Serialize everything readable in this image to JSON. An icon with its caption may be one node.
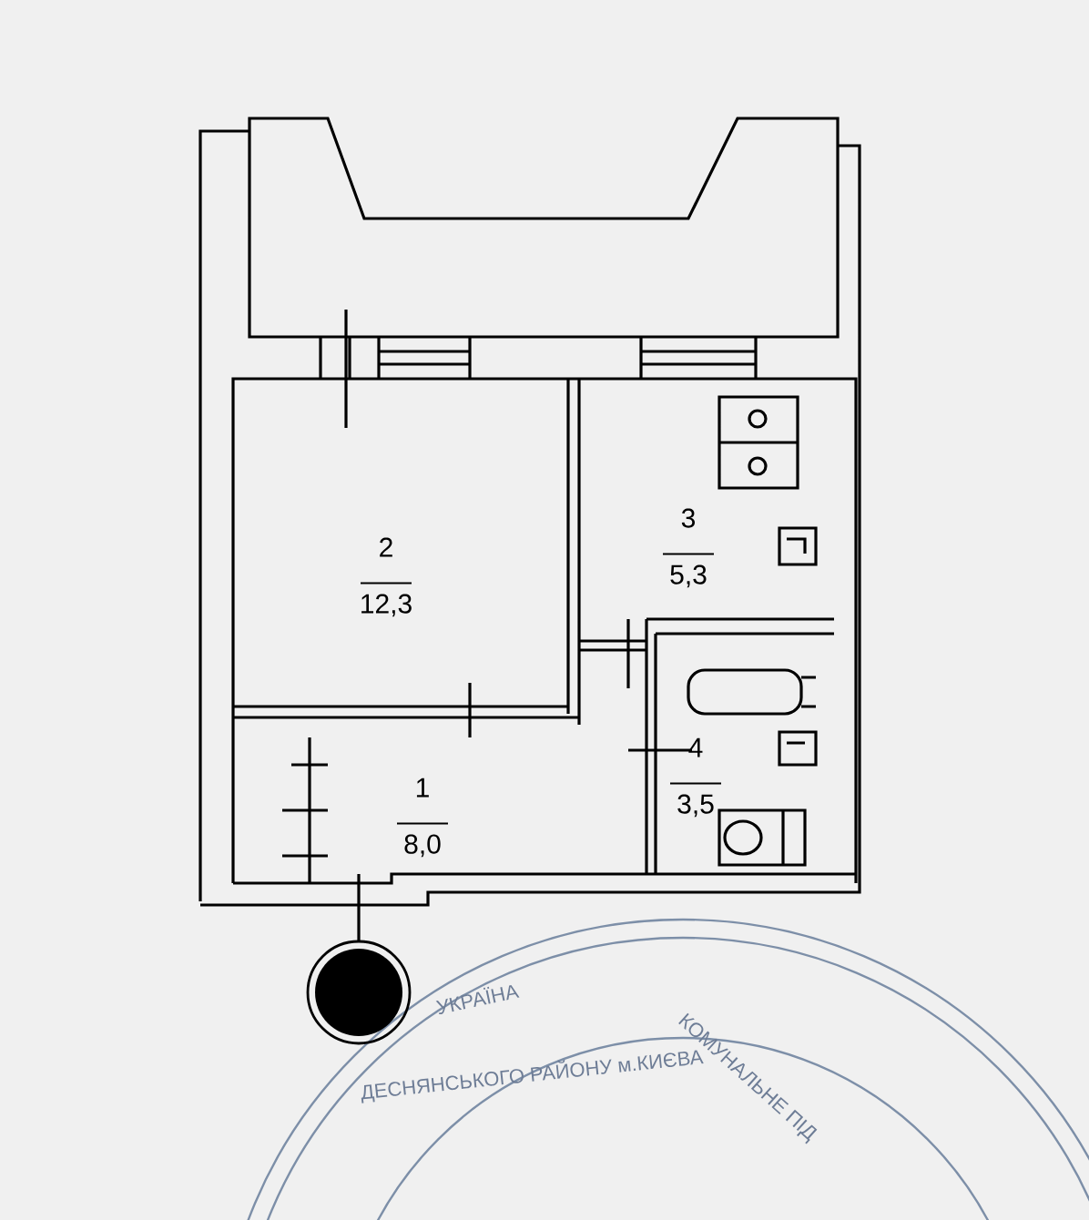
{
  "diagram": {
    "nodes": [
      {
        "text": [
          "2",
          "12,3"
        ]
      },
      {
        "text": [
          "3",
          "5,3"
        ]
      },
      {
        "text": [
          "1",
          "8,0"
        ]
      },
      {
        "text": [
          "4",
          "3,5"
        ]
      }
    ],
    "labels": [
      "УКРАЇНА",
      "КОМУНАЛЬНЕ ПІД",
      "ДЕСНЯНСЬКОГО РАЙОНУ м.КИЄВА"
    ]
  }
}
